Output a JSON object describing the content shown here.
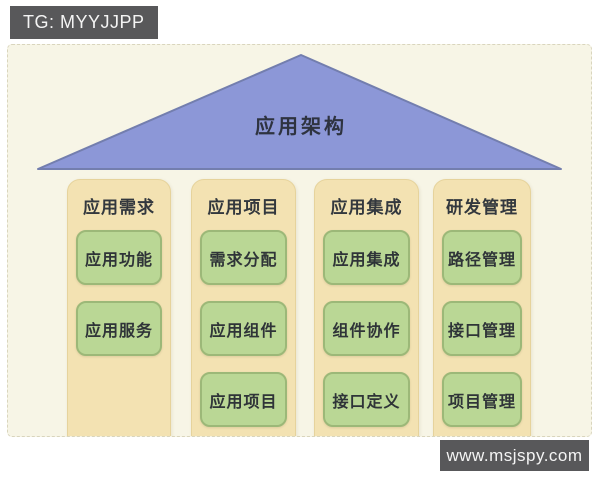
{
  "watermark_top": {
    "label": "TG: MYYJJPP"
  },
  "watermark_bottom": {
    "label": "www.msjspy.com"
  },
  "roof": {
    "label": "应用架构"
  },
  "columns": [
    {
      "header": "应用需求",
      "items": [
        "应用功能",
        "应用服务"
      ]
    },
    {
      "header": "应用项目",
      "items": [
        "需求分配",
        "应用组件",
        "应用项目"
      ]
    },
    {
      "header": "应用集成",
      "items": [
        "应用集成",
        "组件协作",
        "接口定义"
      ]
    },
    {
      "header": "研发管理",
      "items": [
        "路径管理",
        "接口管理",
        "项目管理"
      ]
    }
  ],
  "colors": {
    "canvas-fill": "#f7f5e6",
    "roof-fill": "#8c97d7",
    "roof-stroke": "#737eae",
    "column-fill": "#f3e2b2",
    "column-border": "#e6d39c",
    "item-fill": "#bad795",
    "item-border": "#9cb878",
    "badge-bg": "#58585a",
    "text": "#31363c"
  }
}
